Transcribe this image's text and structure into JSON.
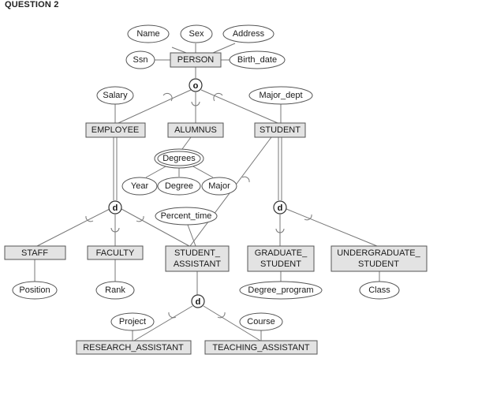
{
  "heading": "QUESTION 2",
  "entities": {
    "person": "PERSON",
    "employee": "EMPLOYEE",
    "alumnus": "ALUMNUS",
    "student": "STUDENT",
    "staff": "STAFF",
    "faculty": "FACULTY",
    "student_assistant": [
      "STUDENT_",
      "ASSISTANT"
    ],
    "graduate_student": [
      "GRADUATE_",
      "STUDENT"
    ],
    "undergraduate_student": [
      "UNDERGRADUATE_",
      "STUDENT"
    ],
    "research_assistant": "RESEARCH_ASSISTANT",
    "teaching_assistant": "TEACHING_ASSISTANT"
  },
  "attributes": {
    "name": "Name",
    "sex": "Sex",
    "address": "Address",
    "ssn": "Ssn",
    "birth_date": "Birth_date",
    "salary": "Salary",
    "major_dept": "Major_dept",
    "degrees": "Degrees",
    "year": "Year",
    "degree": "Degree",
    "major": "Major",
    "percent_time": "Percent_time",
    "position": "Position",
    "rank": "Rank",
    "degree_program": "Degree_program",
    "class": "Class",
    "project": "Project",
    "course": "Course"
  },
  "specializations": {
    "person": "o",
    "employee": "d",
    "student": "d",
    "student_assistant": "d"
  }
}
